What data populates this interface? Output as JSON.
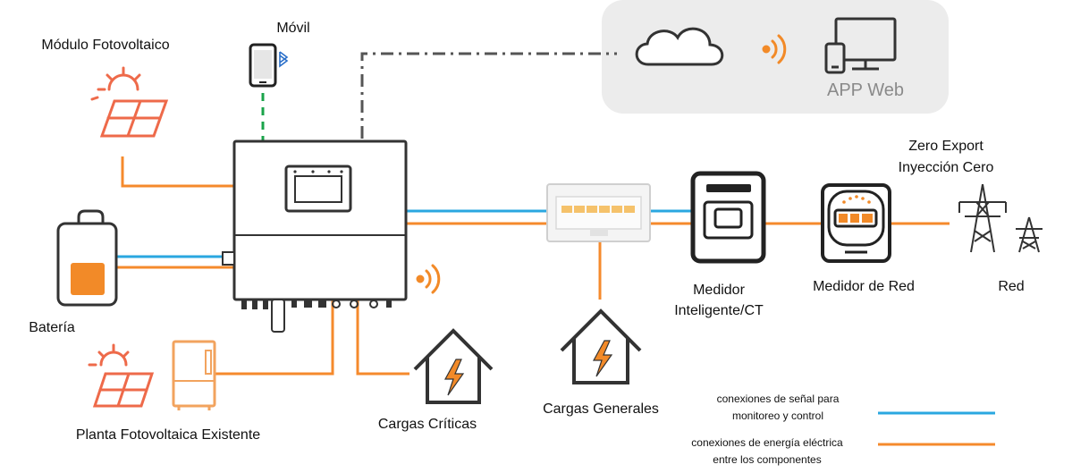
{
  "labels": {
    "pv_module": "Módulo Fotovoltaico",
    "mobile": "Móvil",
    "battery": "Batería",
    "existing_pv_plant": "Planta Fotovoltaica Existente",
    "critical_loads": "Cargas Críticas",
    "general_loads": "Cargas Generales",
    "smart_meter_line1": "Medidor",
    "smart_meter_line2": "Inteligente/CT",
    "grid_meter": "Medidor de Red",
    "zero_export_line1": "Zero Export",
    "zero_export_line2": "Inyección Cero",
    "grid": "Red",
    "app_web": "APP Web"
  },
  "legend": {
    "signal_line1": "conexiones de señal para",
    "signal_line2": "monitoreo y control",
    "power_line1": "conexiones de energía eléctrica",
    "power_line2": "entre los componentes"
  },
  "colors": {
    "power": "#f58a2c",
    "signal": "#2aa7e0",
    "bluetooth_link": "#1aa34a",
    "internet_link": "#555555",
    "cloud_panel": "#ececec",
    "device_stroke": "#333333",
    "accent": "#f28a28",
    "solar_icon": "#ee6a4a"
  },
  "icons": [
    "cloud-icon",
    "wifi-icon",
    "devices-icon",
    "smartphone-icon",
    "bluetooth-icon",
    "solar-panel-icon",
    "battery-icon",
    "inverter-icon",
    "house-icon",
    "breaker-box-icon",
    "smart-meter-icon",
    "grid-meter-icon",
    "transmission-tower-icon"
  ]
}
